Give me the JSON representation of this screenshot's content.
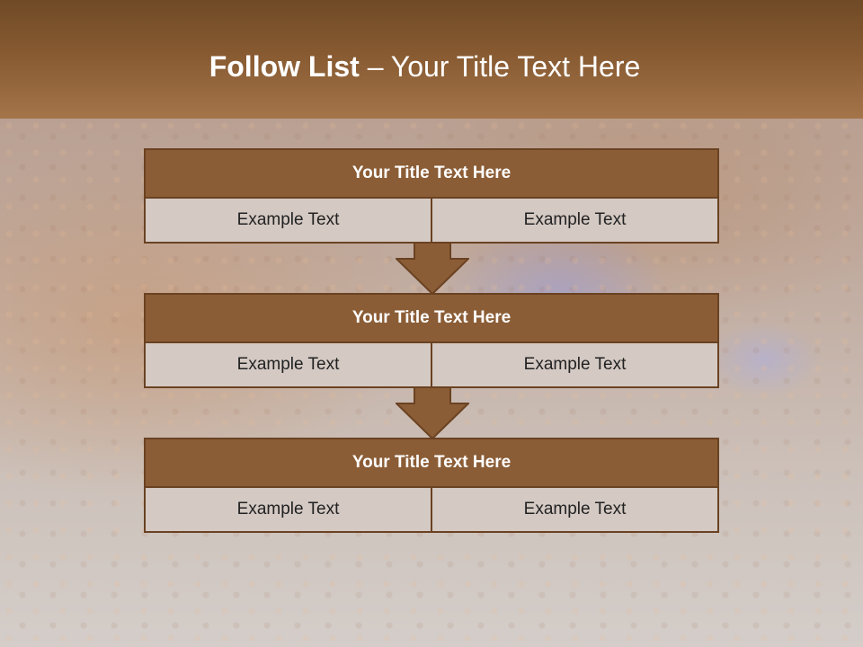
{
  "slide": {
    "title_bold": "Follow List",
    "title_rest": " – Your Title Text Here"
  },
  "steps": [
    {
      "title": "Your Title Text Here",
      "left": "Example Text",
      "right": "Example Text"
    },
    {
      "title": "Your Title Text Here",
      "left": "Example Text",
      "right": "Example Text"
    },
    {
      "title": "Your Title Text Here",
      "left": "Example Text",
      "right": "Example Text"
    }
  ],
  "colors": {
    "header_band": "#875a31",
    "step_header": "#8b5d36",
    "step_cell": "#d4c9c3",
    "border": "#6a4222"
  },
  "icons": {
    "connector": "down-arrow-icon"
  }
}
